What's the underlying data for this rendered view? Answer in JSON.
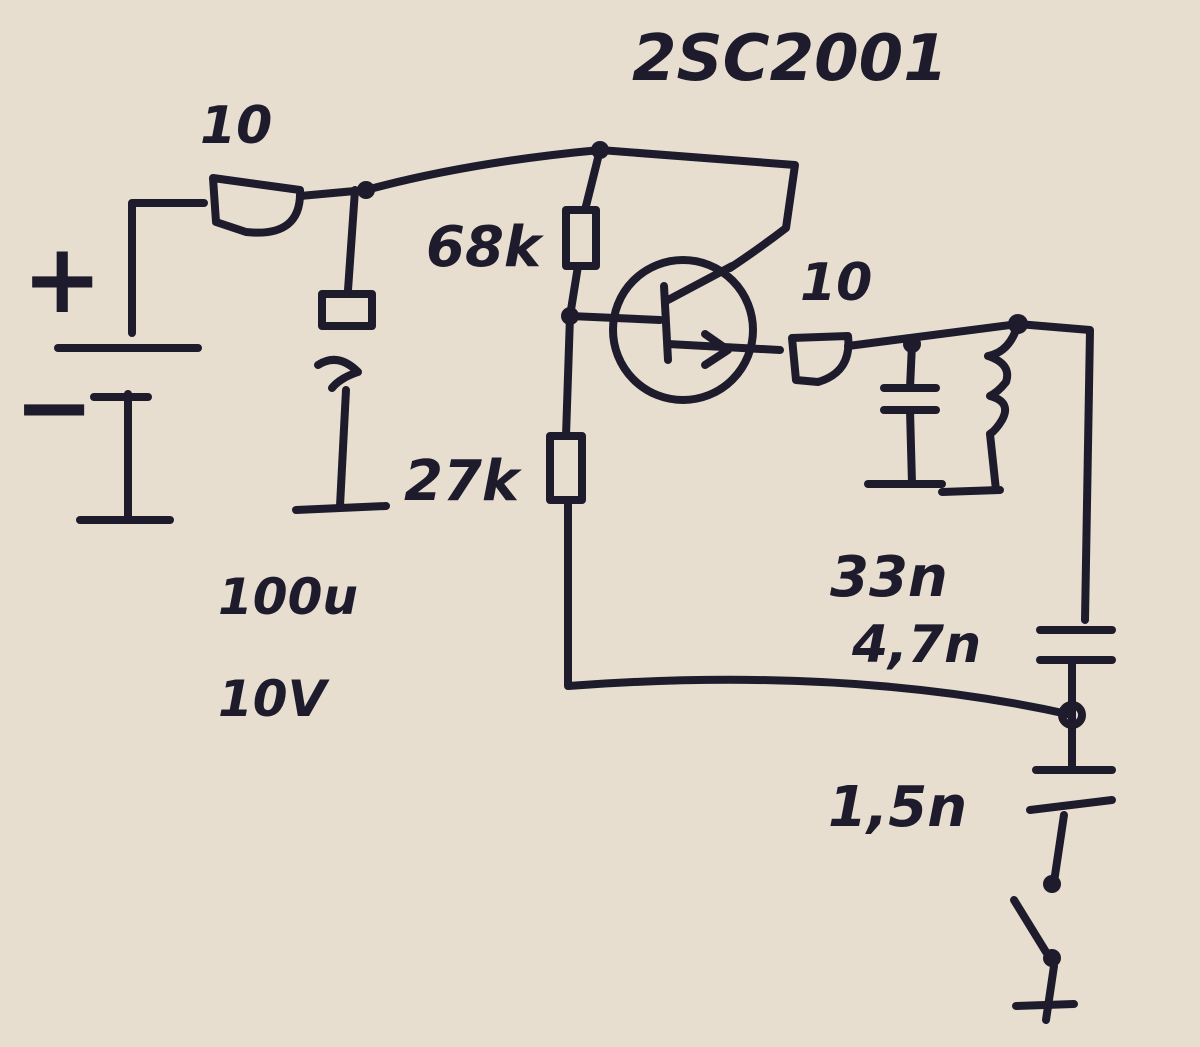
{
  "colors": {
    "paper": "#e7ded0",
    "ink": "#1e1b2c"
  },
  "labels": {
    "transistor": "2SC2001",
    "r_in": "10",
    "r_bias_top": "68k",
    "r_bias_bottom": "27k",
    "r_out": "10",
    "cap_supply_value": "100u",
    "cap_supply_voltage": "10V",
    "cap_small": "33n",
    "cap_series": "4,7n",
    "cap_bottom": "1,5n",
    "plus": "+",
    "minus": "−"
  }
}
